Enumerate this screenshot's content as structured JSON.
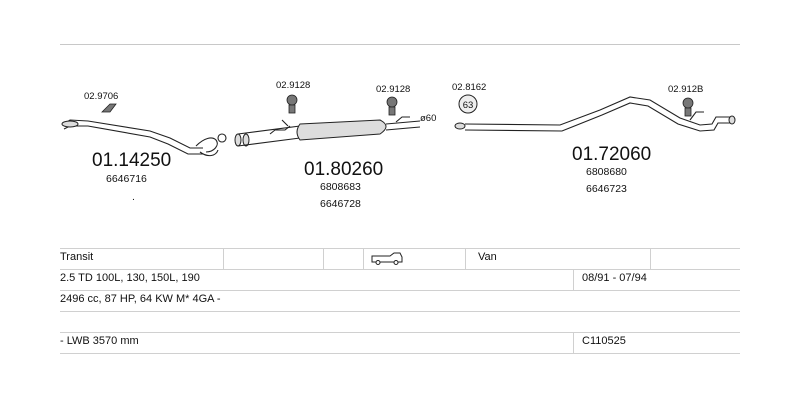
{
  "diagram": {
    "parts": [
      {
        "number": "01.14250",
        "refs": [
          "6646716"
        ],
        "extra": "."
      },
      {
        "number": "01.80260",
        "refs": [
          "6808683",
          "6646728"
        ]
      },
      {
        "number": "01.72060",
        "refs": [
          "6808680",
          "6646723"
        ]
      }
    ],
    "fittings": [
      "02.9706",
      "02.9128",
      "02.9128",
      "02.8162",
      "02.912B"
    ],
    "fitting_mark": "63",
    "diameter_label": "ø60"
  },
  "table": {
    "rows": [
      {
        "model": "Transit",
        "body_type": "Van"
      },
      {
        "engine": "2.5 TD 100L, 130, 150L, 190",
        "years": "08/91 - 07/94"
      },
      {
        "spec": "2496 cc, 87 HP, 64 KW M* 4GA -"
      },
      {
        "empty": ""
      },
      {
        "wheelbase": "- LWB 3570 mm",
        "code": "C110525"
      }
    ]
  },
  "icons": {
    "vehicle": "van-icon"
  }
}
